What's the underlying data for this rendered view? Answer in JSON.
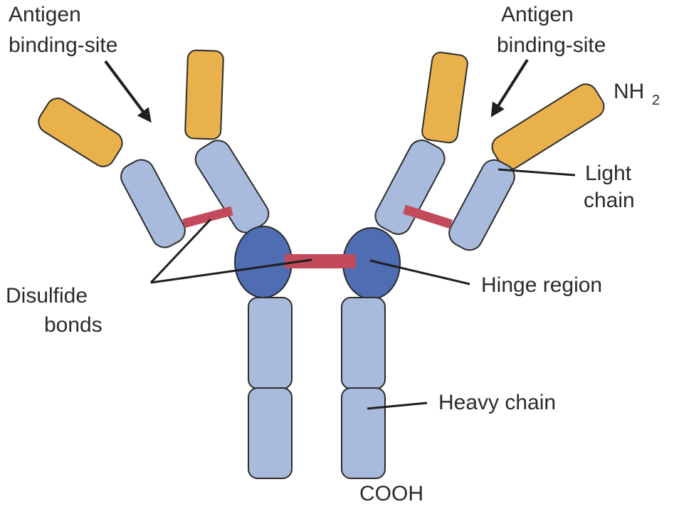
{
  "labels": {
    "antigen_left_line1": "Antigen",
    "antigen_left_line2": "binding-site",
    "antigen_right_line1": "Antigen",
    "antigen_right_line2": "binding-site",
    "nh2_main": "NH",
    "nh2_sub": "2",
    "light_chain_line1": "Light",
    "light_chain_line2": "chain",
    "disulfide_line1": "Disulfide",
    "disulfide_line2": "bonds",
    "hinge_region": "Hinge region",
    "heavy_chain": "Heavy chain",
    "cooh": "COOH"
  },
  "colors": {
    "variable_region": "#E8B14C",
    "constant_region": "#A9BBDD",
    "hinge": "#4F6DB2",
    "disulfide_bond": "#C24A5A",
    "outline": "#2c2c2c",
    "text": "#2a2a2a"
  }
}
